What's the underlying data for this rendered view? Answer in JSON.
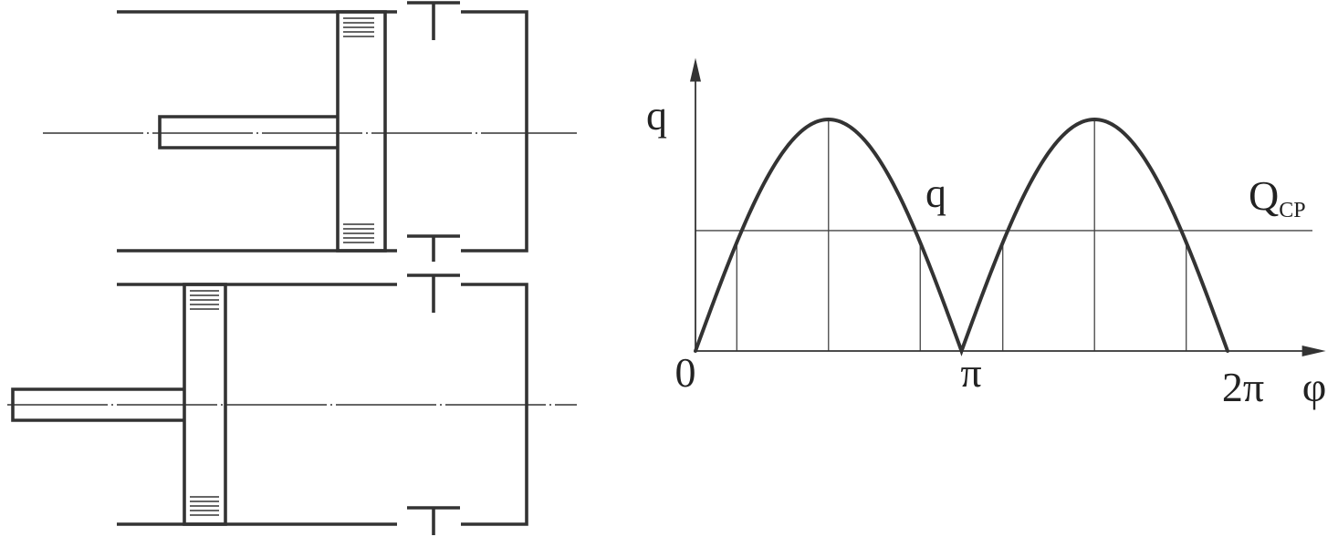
{
  "chart_data": {
    "type": "line",
    "ylabel": "q",
    "xlabel": "φ",
    "x_ticks": [
      {
        "value": 0,
        "label": "0"
      },
      {
        "value": 3.14159,
        "label": "π"
      },
      {
        "value": 6.28318,
        "label": "2π"
      }
    ],
    "xlim": [
      0,
      7.4
    ],
    "ylim": [
      0,
      1.25
    ],
    "series": [
      {
        "label": "q",
        "function": "abs(sin(x))",
        "x": [
          0,
          0.314,
          0.628,
          0.942,
          1.257,
          1.571,
          1.885,
          2.199,
          2.513,
          2.827,
          3.142,
          3.456,
          3.77,
          4.084,
          4.398,
          4.712,
          5.027,
          5.341,
          5.655,
          5.969,
          6.283
        ],
        "y": [
          0,
          0.309,
          0.588,
          0.809,
          0.951,
          1.0,
          0.951,
          0.809,
          0.588,
          0.309,
          0,
          0.309,
          0.588,
          0.809,
          0.951,
          1.0,
          0.951,
          0.809,
          0.588,
          0.309,
          0
        ]
      }
    ],
    "reference_line": {
      "label_main": "Q",
      "label_sub": "CP",
      "y": 0.52
    },
    "vertical_lines_x": [
      0.488,
      1.571,
      2.654,
      3.629,
      4.712,
      5.795
    ]
  }
}
